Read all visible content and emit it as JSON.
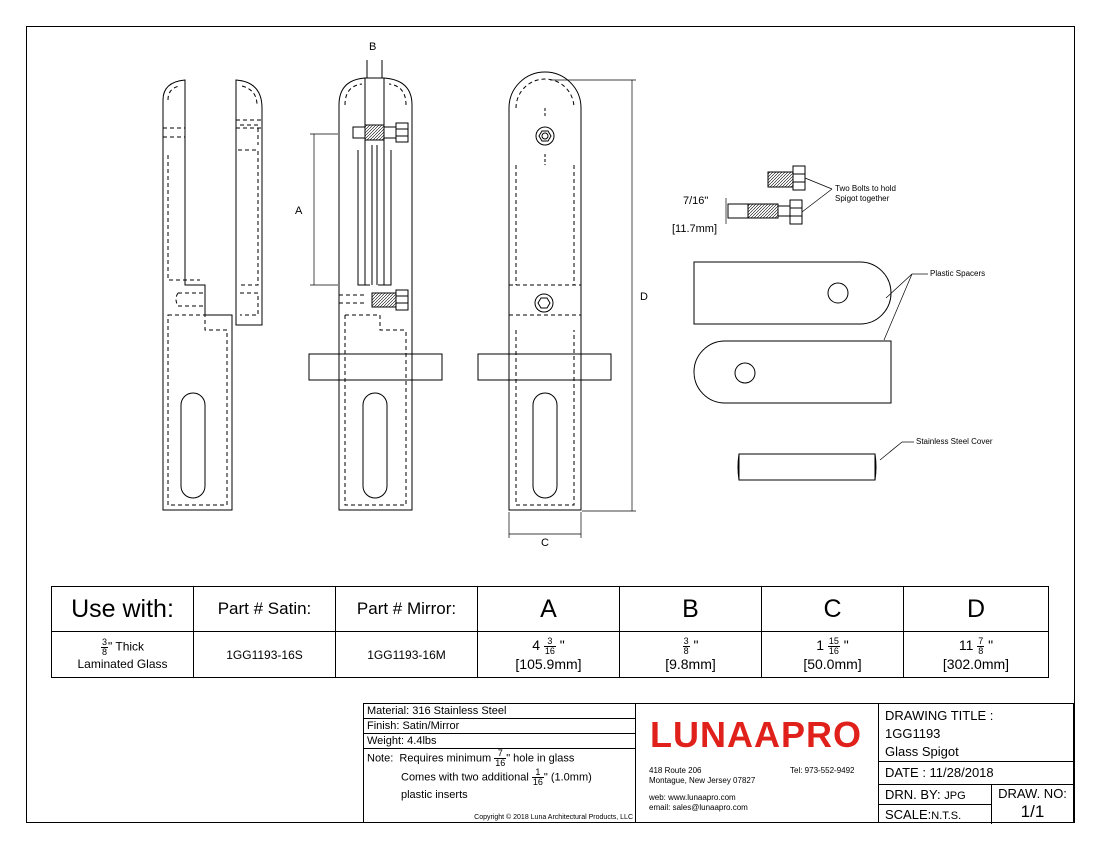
{
  "dims": {
    "a": "A",
    "b": "B",
    "c": "C",
    "d": "D"
  },
  "bolt_dim": {
    "frac": "7/16\"",
    "mm": "[11.7mm]"
  },
  "callouts": {
    "bolts": "Two Bolts to hold Spigot together",
    "bolts_line1": "Two Bolts to hold",
    "bolts_line2": "Spigot together",
    "spacers": "Plastic Spacers",
    "cover": "Stainless Steel Cover"
  },
  "spec_table": {
    "headers": [
      "Use with:",
      "Part # Satin:",
      "Part # Mirror:",
      "A",
      "B",
      "C",
      "D"
    ],
    "use_with": {
      "frac_n": "3",
      "frac_d": "8",
      "line1_rest": "\" Thick",
      "line2": "Laminated Glass"
    },
    "part_satin": "1GG1193-16S",
    "part_mirror": "1GG1193-16M",
    "a": {
      "whole": "4",
      "n": "3",
      "d": "16",
      "mm": "[105.9mm]"
    },
    "b": {
      "whole": "",
      "n": "3",
      "d": "8",
      "mm": "[9.8mm]"
    },
    "c": {
      "whole": "1",
      "n": "15",
      "d": "16",
      "mm": "[50.0mm]"
    },
    "d": {
      "whole": "11",
      "n": "7",
      "d": "8",
      "mm": "[302.0mm]"
    }
  },
  "notes": {
    "material": "Material: 316 Stainless Steel",
    "finish": "Finish: Satin/Mirror",
    "weight": "Weight: 4.4lbs",
    "note_label": "Note:",
    "note1_pre": "Requires minimum",
    "note1_n": "7",
    "note1_d": "16",
    "note1_post": "\" hole in glass",
    "note2_pre": "Comes with two additional",
    "note2_n": "1",
    "note2_d": "16",
    "note2_post": "\" (1.0mm)",
    "note3": "plastic inserts",
    "copyright": "Copyright © 2018 Luna Architectural Products, LLC"
  },
  "company": {
    "logo": "LUNAAPRO",
    "address1": "418 Route 206",
    "address2": "Montague, New Jersey 07827",
    "tel": "Tel: 973-552-9492",
    "web": "web: www.lunaapro.com",
    "email": "email: sales@lunaapro.com",
    "logo_color": "#e0201b"
  },
  "title_block": {
    "title_label": "DRAWING TITLE :",
    "title1": "1GG1193",
    "title2": "Glass Spigot",
    "date": "DATE : 11/28/2018",
    "drn_label": "DRN. BY:",
    "drn_value": "JPG",
    "drawno_label": "DRAW. NO:",
    "drawno_value": "1/1",
    "scale_label": "SCALE:",
    "scale_value": "N.T.S."
  }
}
